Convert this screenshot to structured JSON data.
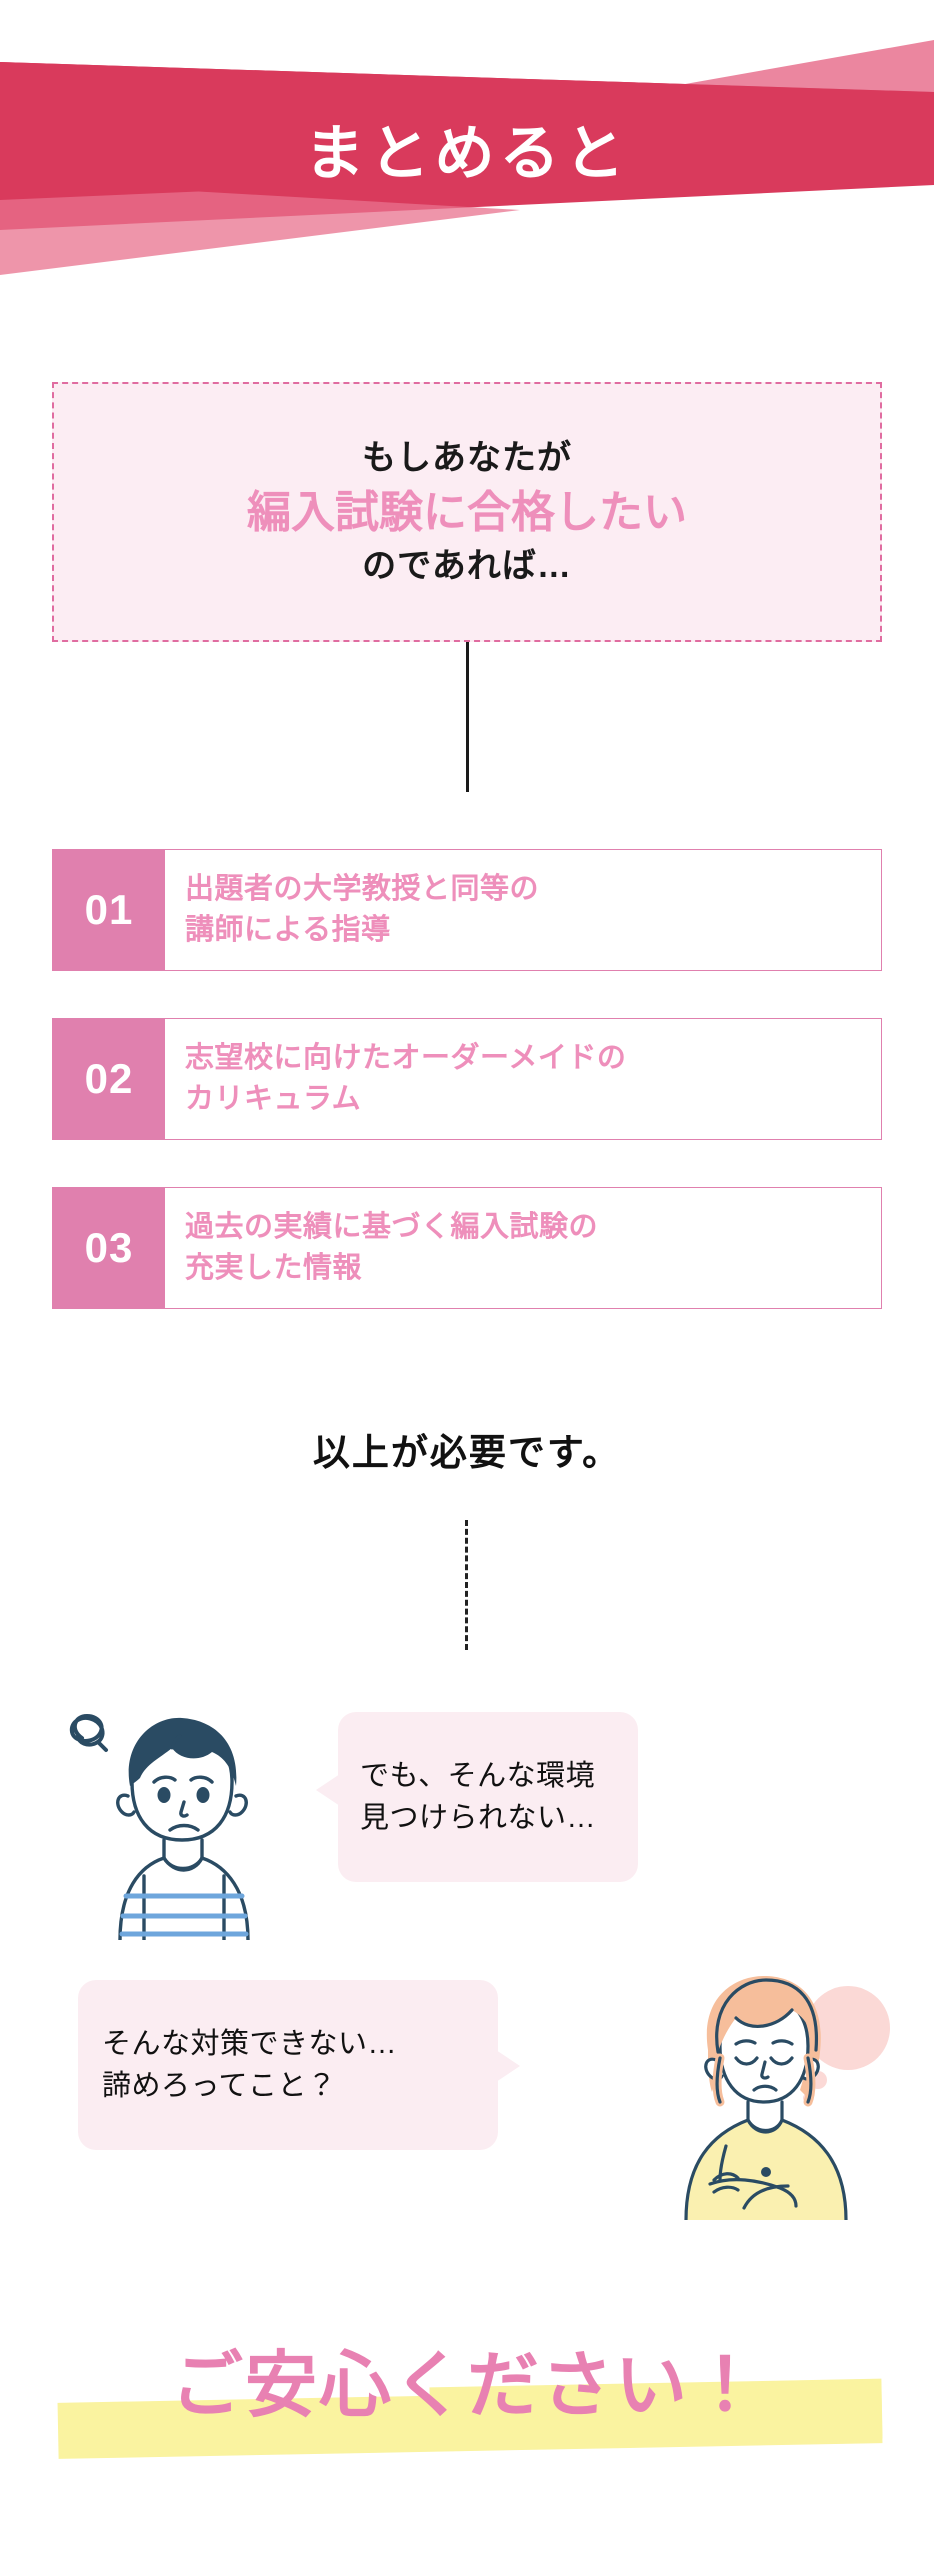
{
  "header": {
    "title": "まとめると",
    "banner_color": "#D93A5C",
    "banner_accent_color": "#E8718E"
  },
  "intro": {
    "line1": "もしあなたが",
    "line2_highlight": "編入試験に合格したい",
    "line3": "のであれば…",
    "box_bg": "#FCEDF3",
    "box_border_color": "#E06CA0",
    "highlight_color": "#EE8FBB"
  },
  "requirements": [
    {
      "number": "01",
      "line1": "出題者の大学教授と同等の",
      "line2": "講師による指導"
    },
    {
      "number": "02",
      "line1": "志望校に向けたオーダーメイドの",
      "line2": "カリキュラム"
    },
    {
      "number": "03",
      "line1": "過去の実績に基づく編入試験の",
      "line2": "充実した情報"
    }
  ],
  "requirements_style": {
    "badge_color": "#E080AE",
    "text_color": "#EE8FBB",
    "border_color": "#E080AE"
  },
  "conclusion": {
    "text": "以上が必要です。"
  },
  "dialogs": [
    {
      "speaker": "worried-boy",
      "line1": "でも、そんな環境",
      "line2": "見つけられない…",
      "bubble_side": "right",
      "bubble_bg": "#FBEDF2"
    },
    {
      "speaker": "worried-woman",
      "line1": "そんな対策できない…",
      "line2": "諦めろってこと？",
      "bubble_side": "left",
      "bubble_bg": "#FBEDF2"
    }
  ],
  "final": {
    "text": "ご安心ください！",
    "text_color": "#E881B2",
    "marker_color": "#FAF3A0"
  },
  "icons": {
    "frustration_scribble": "scribble-icon",
    "thought_bubble": "thought-bubble-icon"
  }
}
